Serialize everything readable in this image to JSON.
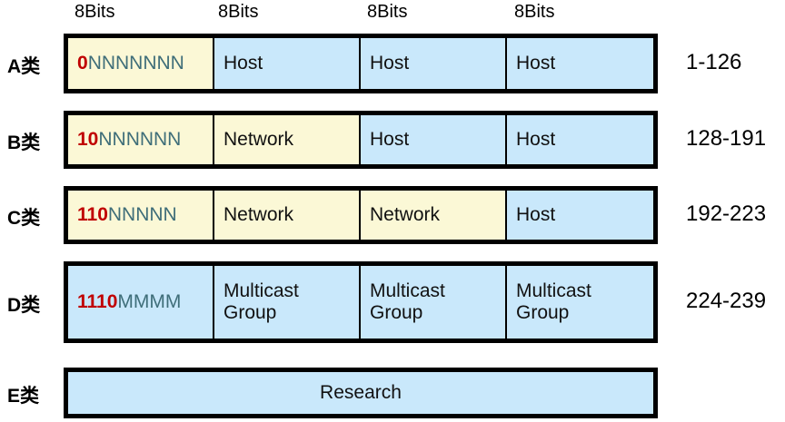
{
  "header": {
    "bits_labels": [
      "8Bits",
      "8Bits",
      "8Bits",
      "8Bits"
    ]
  },
  "colors": {
    "network_fill": "#FBF8D6",
    "host_fill": "#C9E8FB",
    "prefix_text": "#C00000",
    "placeholder_text": "#3F6E79",
    "border": "#000000",
    "background": "#FFFFFF"
  },
  "rows": [
    {
      "class_label": "A类",
      "range": "1-126",
      "octets": [
        {
          "prefix": "0",
          "rest": "NNNNNNN",
          "fill": "yellow",
          "type": "bits"
        },
        {
          "text": "Host",
          "fill": "blue",
          "type": "text"
        },
        {
          "text": "Host",
          "fill": "blue",
          "type": "text"
        },
        {
          "text": "Host",
          "fill": "blue",
          "type": "text"
        }
      ]
    },
    {
      "class_label": "B类",
      "range": "128-191",
      "octets": [
        {
          "prefix": "10",
          "rest": "NNNNNN",
          "fill": "yellow",
          "type": "bits"
        },
        {
          "text": "Network",
          "fill": "yellow",
          "type": "text"
        },
        {
          "text": "Host",
          "fill": "blue",
          "type": "text"
        },
        {
          "text": "Host",
          "fill": "blue",
          "type": "text"
        }
      ]
    },
    {
      "class_label": "C类",
      "range": "192-223",
      "octets": [
        {
          "prefix": "110",
          "rest": "NNNNN",
          "fill": "yellow",
          "type": "bits"
        },
        {
          "text": "Network",
          "fill": "yellow",
          "type": "text"
        },
        {
          "text": "Network",
          "fill": "yellow",
          "type": "text"
        },
        {
          "text": "Host",
          "fill": "blue",
          "type": "text"
        }
      ]
    },
    {
      "class_label": "D类",
      "range": "224-239",
      "octets": [
        {
          "prefix": "1110",
          "rest": "MMMM",
          "fill": "blue",
          "type": "bits"
        },
        {
          "text": "Multicast\nGroup",
          "fill": "blue",
          "type": "text"
        },
        {
          "text": "Multicast\nGroup",
          "fill": "blue",
          "type": "text"
        },
        {
          "text": "Multicast\nGroup",
          "fill": "blue",
          "type": "text"
        }
      ]
    },
    {
      "class_label": "E类",
      "range": "",
      "octets": [
        {
          "text": "Research",
          "fill": "blue",
          "type": "text",
          "full_width": true,
          "centered": true
        }
      ]
    }
  ]
}
